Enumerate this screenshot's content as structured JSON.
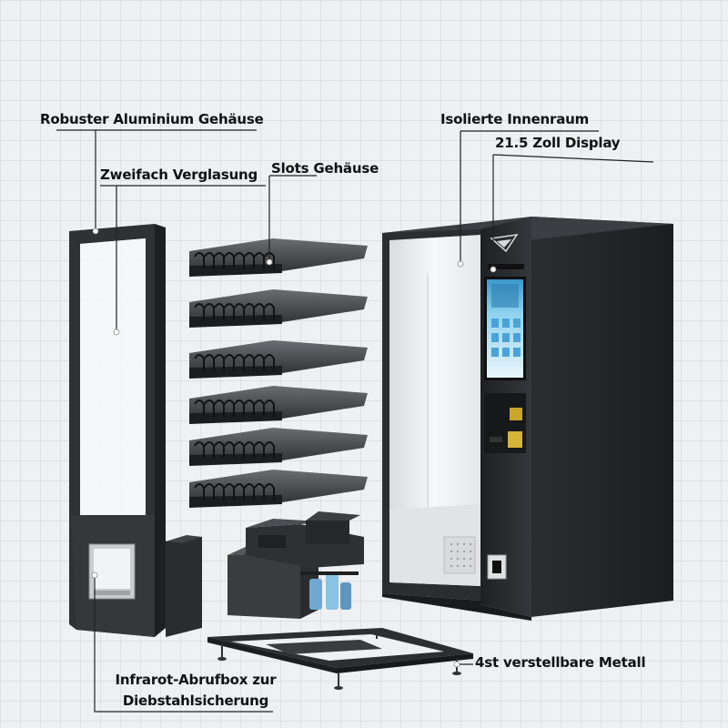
{
  "labels": {
    "housing": "Robuster Aluminium Gehäuse",
    "glazing": "Zweifach Verglasung",
    "slots": "Slots Gehäuse",
    "interior": "Isolierte Innenraum",
    "display": "21.5 Zoll Display",
    "infrared_line1": "Infrarot-Abrufbox zur",
    "infrared_line2": "Diebstahlsicherung",
    "feet": "4st verstellbare Metall"
  },
  "colors": {
    "background": "#eef0f2",
    "grid": "#c8ced4",
    "frame": "#2f3134",
    "cabinet": "#26282b",
    "interior": "#f3f4f6",
    "callout_line": "#222222",
    "label_text": "#111111"
  },
  "icons": {
    "logo": "vending-brand-logo",
    "screen": "touch-screen-display"
  }
}
